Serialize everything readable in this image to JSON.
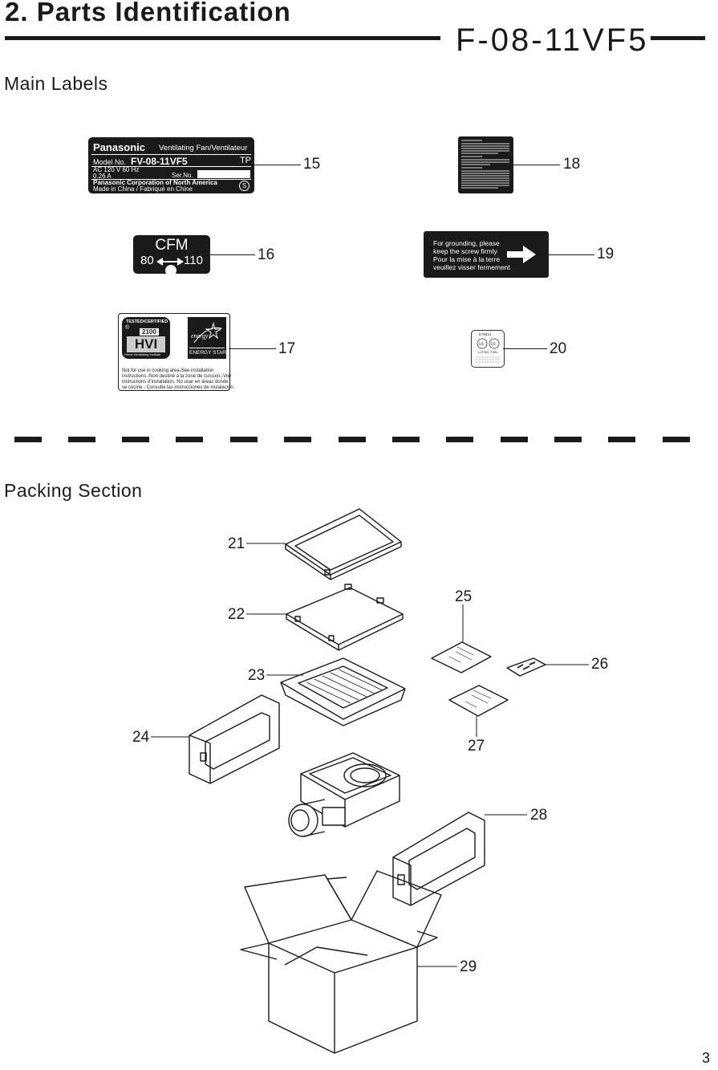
{
  "header": {
    "title": "2. Parts Identification",
    "model": "F-08-11VF5"
  },
  "sections": {
    "main_labels": "Main Labels",
    "packing": "Packing Section"
  },
  "label_15": {
    "brand": "Panasonic",
    "subtitle": "Ventilating Fan/Ventilateur",
    "model_label": "Model No.",
    "model_value": "FV-08-11VF5",
    "tp": "TP",
    "rating": "AC 120 V  60 Hz",
    "current": "0.26 A",
    "serial_label": "Ser.No.",
    "company": "Panasonic Corporation of North America",
    "origin": "Made in China / Fabriqué en Chine",
    "mark": "S"
  },
  "label_16": {
    "title": "CFM",
    "low": "80",
    "high": "110"
  },
  "label_17": {
    "tested": "TESTED/CERTIFIED",
    "registered": "®",
    "number": "2100",
    "hvi": "HVI",
    "hvi_sub": "Home Ventilating Institute",
    "energy": "energy",
    "energy_star": "ENERGY STAR",
    "note_lines": [
      "Not for use in cooking area-See installation",
      "instructions.-Non destiné à la zone de cuisson.-Voir",
      "instructions d'installation. No usar en áreas donde",
      "se cocine - Consulte las instrucciones de instalación."
    ]
  },
  "label_19": {
    "lines": [
      "For grounding, please",
      "keep the screw firmly",
      "Pour la mise à la terre",
      "veuillez visser fermement"
    ]
  },
  "label_20": {
    "code": "E76414",
    "listed": "LISTED",
    "fan": "FAN"
  },
  "part_numbers": {
    "p15": "15",
    "p16": "16",
    "p17": "17",
    "p18": "18",
    "p19": "19",
    "p20": "20",
    "p21": "21",
    "p22": "22",
    "p23": "23",
    "p24": "24",
    "p25": "25",
    "p26": "26",
    "p27": "27",
    "p28": "28",
    "p29": "29"
  },
  "page_number": "3"
}
